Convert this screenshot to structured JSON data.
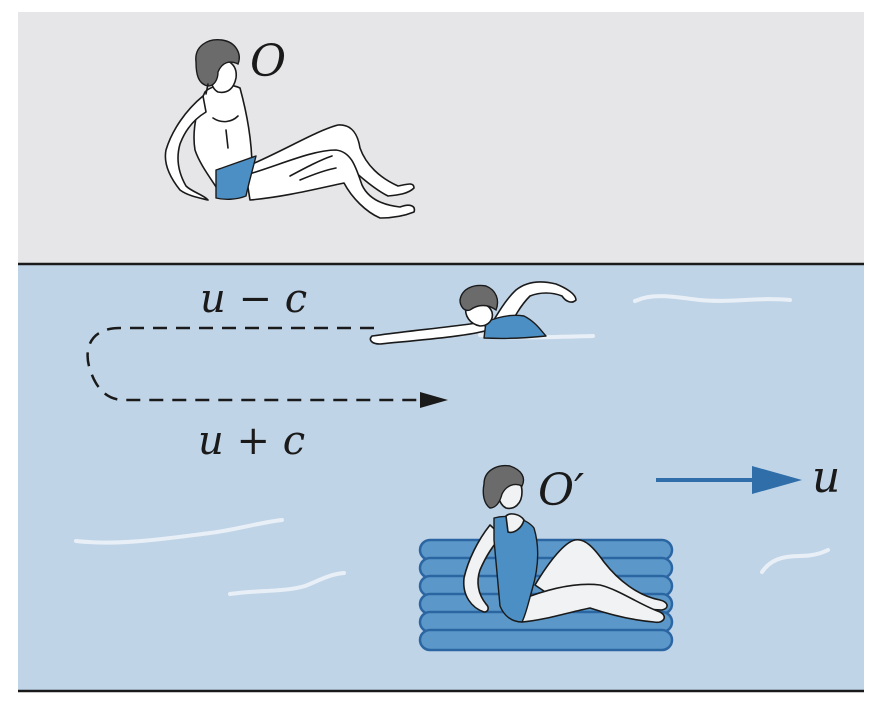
{
  "labels": {
    "observer_shore": "O",
    "observer_raft": "O′",
    "upstream_speed": "u − c",
    "downstream_speed": "u + c",
    "current_speed": "u"
  },
  "colors": {
    "shore": "#e6e6e8",
    "water": "#c0d4e7",
    "swimsuit": "#4c8fc4",
    "raft": "#5b98c9",
    "current_arrow": "#2f6ea8",
    "hair": "#6b6b6b"
  },
  "icons": {
    "shore_observer": "seated-man-figure",
    "raft_observer": "seated-woman-figure",
    "swimmer": "swimmer-figure",
    "raft": "air-mattress",
    "current": "arrow-right",
    "path": "dashed-round-trip-path"
  }
}
